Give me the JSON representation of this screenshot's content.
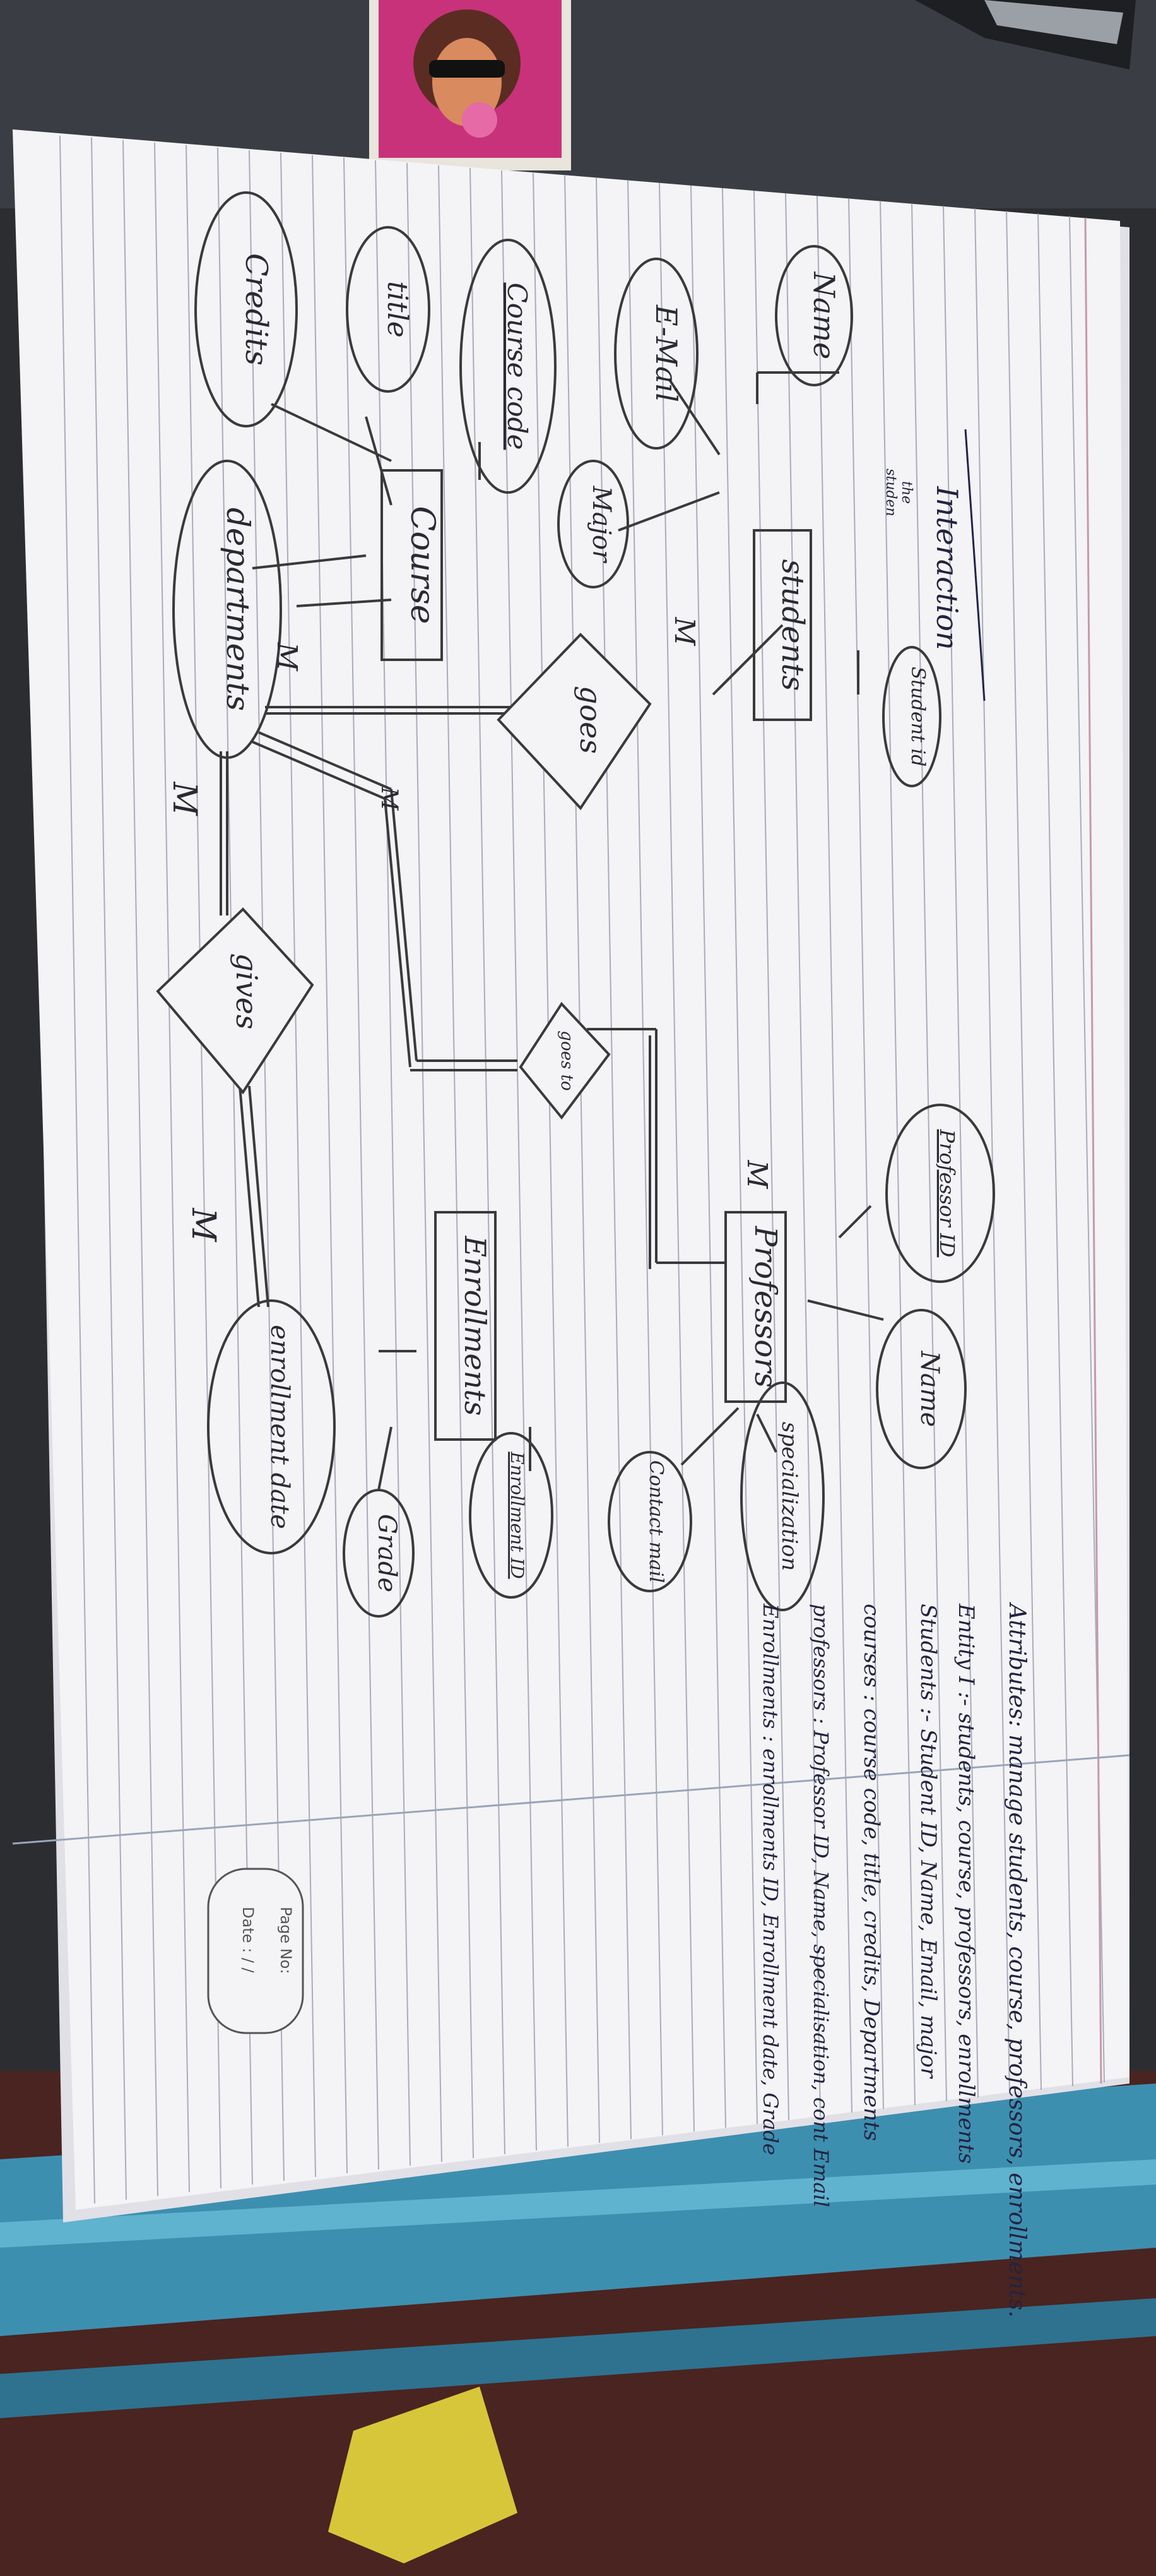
{
  "diagram": {
    "interaction_label": "Interaction",
    "interaction_sub_a": "the",
    "interaction_sub_b": "studen",
    "entities": {
      "students": "students",
      "course": "Course",
      "departments": "departments",
      "professors": "Professors",
      "enrollments": "Enrollments"
    },
    "attributes": {
      "name": "Name",
      "email": "E-Mail",
      "major": "Major",
      "student_id": "Student id",
      "course_code": "Course code",
      "title": "title",
      "credits": "Credits",
      "professor_id": "Professor ID",
      "prof_name": "Name",
      "specialization": "specialization",
      "contact_mail": "Contact mail",
      "enrollment_id": "Enrollment ID",
      "grade": "Grade",
      "enrollment_date": "enrollment date"
    },
    "relationships": {
      "goes": "goes",
      "gives": "gives",
      "goes_to": "goes to"
    },
    "cardinalities": {
      "c1": "M",
      "c2": "M",
      "c3": "M",
      "c4": "M",
      "c5": "M",
      "c6": "M"
    }
  },
  "notes": {
    "line1": "Attributes: manage students, course, professors, enrollments.",
    "line2": "Entity I :- students, course, professors, enrollments",
    "line3": "Students :- Student ID, Name, Email, major",
    "line4": "courses : course code, title, credits, Departments",
    "line5": "professors : Professor ID, Name, specialisation, cont Email",
    "line6": "Enrollments : enrollments ID, Enrollment date, Grade"
  },
  "stamp": {
    "page_no": "Page No:",
    "date": "Date : / /"
  },
  "colors": {
    "paper": "#f4f3f6",
    "rule_line": "#8f96a6",
    "margin_line": "#c49aa8",
    "pencil": "#3a3a3a",
    "ink_blue": "#23234a",
    "background": "#2b2d31",
    "fabric_blue": "#3d8fb0",
    "fabric_brown": "#5a2a22",
    "fabric_yellow": "#d8c63a"
  }
}
